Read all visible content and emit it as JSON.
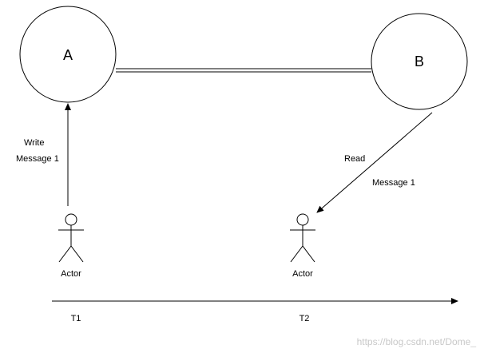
{
  "nodes": {
    "a_label": "A",
    "b_label": "B"
  },
  "edges": {
    "write_line1": "Write",
    "write_line2": "Message 1",
    "read_line1": "Read",
    "read_line2": "Message 1"
  },
  "actors": {
    "actor1_label": "Actor",
    "actor2_label": "Actor"
  },
  "timeline": {
    "t1_label": "T1",
    "t2_label": "T2"
  },
  "watermark": "https://blog.csdn.net/Dome_"
}
